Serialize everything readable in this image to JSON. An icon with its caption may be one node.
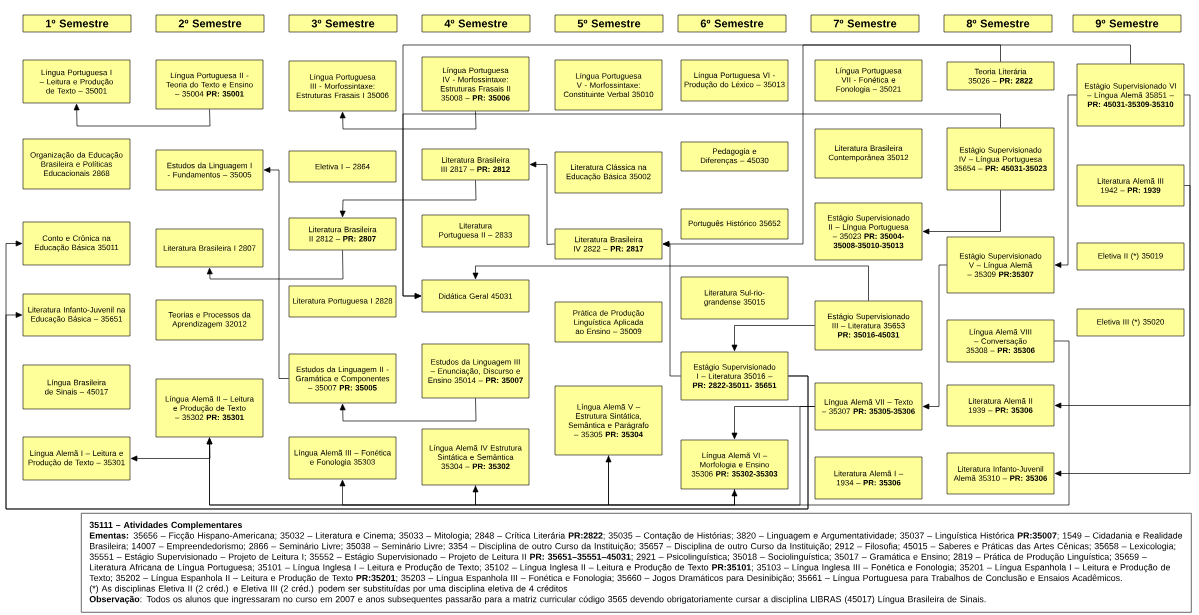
{
  "diagram": {
    "nodes": [
      {
        "text": [
          "1º Semestre"
        ]
      },
      {
        "text": [
          "2º Semestre"
        ]
      },
      {
        "text": [
          "3º Semestre"
        ]
      },
      {
        "text": [
          "4º Semestre"
        ]
      },
      {
        "text": [
          "5º Semestre"
        ]
      },
      {
        "text": [
          "6º Semestre"
        ]
      },
      {
        "text": [
          "7º Semestre"
        ]
      },
      {
        "text": [
          "8º Semestre"
        ]
      },
      {
        "text": [
          "9º Semestre"
        ]
      },
      {
        "text": [
          "Língua Portuguesa I – Leitura e Produção de Texto – 35001"
        ]
      },
      {
        "text": [
          "Organização da Educação Brasileira e Políticas Educacionais 2868"
        ]
      },
      {
        "text": [
          "Conto e Crônica na Educação Básica 35011"
        ]
      },
      {
        "text": [
          "Literatura Infanto-Juvenil na Educação Básica – 35651"
        ]
      },
      {
        "text": [
          "Língua Brasileira de Sinais – 45017"
        ]
      },
      {
        "text": [
          "Língua Alemã I – Leitura e Produção de Texto – 35301"
        ]
      },
      {
        "text": [
          "Língua Portuguesa II - Teoria do Texto e Ensino – 35004 **PR: 35001**"
        ]
      },
      {
        "text": [
          "Estudos da Linguagem I - Fundamentos – 35005"
        ]
      },
      {
        "text": [
          "Literatura Brasileira I 2807"
        ]
      },
      {
        "text": [
          "Teorias e Processos da Aprendizagem 32012"
        ]
      },
      {
        "text": [
          "Língua Alemã II – Leitura e Produção de Texto – 35302 **PR: 35301**"
        ]
      },
      {
        "text": [
          "Língua Portuguesa III - Morfossintaxe: Estruturas Frasais I 35006"
        ]
      },
      {
        "text": [
          "Eletiva I – 2864"
        ]
      },
      {
        "text": [
          "Literatura Brasileira II 2812 – **PR: 2807**"
        ]
      },
      {
        "text": [
          "Literatura Portuguesa I 2828"
        ]
      },
      {
        "text": [
          "Estudos da Linguagem II - Gramática e Componentes – 35007 **PR: 35005**"
        ]
      },
      {
        "text": [
          "Língua Alemã III – Fonética e Fonologia 35303"
        ]
      },
      {
        "text": [
          "Língua Portuguesa IV - Morfossintaxe: Estruturas Frasais II 35008 – **PR: 35006**"
        ]
      },
      {
        "text": [
          "Literatura Brasileira III 2817 – **PR: 2812**"
        ]
      },
      {
        "text": [
          "Literatura Portuguesa II – 2833"
        ]
      },
      {
        "text": [
          "Didática Geral 45031"
        ]
      },
      {
        "text": [
          "Estudos da Linguagem III – Enunciação, Discurso e Ensino 35014 – **PR: 35007**"
        ]
      },
      {
        "text": [
          "Língua Alemã IV Estrutura Sintática e Semântica 35304 – **PR: 35302**"
        ]
      },
      {
        "text": [
          "Língua Portuguesa V - Morfossintaxe: Constituinte Verbal 35010"
        ]
      },
      {
        "text": [
          "Literatura Clássica na Educação Básica 35002"
        ]
      },
      {
        "text": [
          "Literatura Brasileira IV 2822 – **PR: 2817**"
        ]
      },
      {
        "text": [
          "Prática de Produção Linguística Aplicada ao Ensino – 35009"
        ]
      },
      {
        "text": [
          "Língua Alemã V – Estrutura Sintática, Semântica e Parágrafo – 35305 **PR: 35304**"
        ]
      },
      {
        "text": [
          "Língua Portuguesa VI - Produção do Léxico – 35013"
        ]
      },
      {
        "text": [
          "Pedagogia e Diferenças – 45030"
        ]
      },
      {
        "text": [
          "Português Histórico 35652"
        ]
      },
      {
        "text": [
          "Literatura Sul-rio-grandense 35015"
        ]
      },
      {
        "text": [
          "Estágio Supervisionado I – Literatura 35016 – **PR: 2822-35011- 35651**"
        ]
      },
      {
        "text": [
          "Língua Alemã VI – Morfologia e Ensino 35306 **PR: 35302-35303**"
        ]
      },
      {
        "text": [
          "Língua Portuguesa VII - Fonética e Fonologia – 35021"
        ]
      },
      {
        "text": [
          "Literatura Brasileira Contemporânea 35012"
        ]
      },
      {
        "text": [
          "Estágio Supervisionado II – Língua Portuguesa – 35023 **PR: 35004-35008-35010-35013**"
        ]
      },
      {
        "text": [
          "Estágio Supervisionado III – Literatura 35653 **PR: 35016-45031**"
        ]
      },
      {
        "text": [
          "Língua Alemã VII – Texto – 35307 **PR: 35305-35306**"
        ]
      },
      {
        "text": [
          "Literatura Alemã I – 1934 – **PR: 35306**"
        ]
      },
      {
        "text": [
          "Teoria Literária 35026 – **PR: 2822**"
        ]
      },
      {
        "text": [
          "Estágio Supervisionado IV – Língua Portuguesa 35654 – **PR: 45031-35023**"
        ]
      },
      {
        "text": [
          "Estágio Supervisionado V – Língua Alemã – 35309 **PR:35307**"
        ]
      },
      {
        "text": [
          "Língua Alemã VIII – Conversação 35308 – **PR: 35306**"
        ]
      },
      {
        "text": [
          "Literatura Alemã II 1939 – **PR: 35306**"
        ]
      },
      {
        "text": [
          "Literatura Infanto-Juvenil Alemã 35310 – **PR: 35306**"
        ]
      },
      {
        "text": [
          "Estágio Supervisionado VI – Língua Alemã 35851 – **PR: 45031-35309-35310**"
        ]
      },
      {
        "text": [
          "Literatura Alemã III 1942 – **PR: 1939**"
        ]
      },
      {
        "text": [
          "Eletiva II (*) 35019"
        ]
      },
      {
        "text": [
          "Eletiva III (*) 35020"
        ]
      },
      {
        "text": [
          "35111 – Atividades Complementares",
          "**Ementas:** 35656 – Ficção Hispano-Americana; 35032 – Literatura e Cinema; 35033 – Mitologia; 2848 – Crítica Literária **PR:2822**; 35035 – Contação de Histórias; 3820 – Linguagem e Argumentatividade; 35037 – Linguística Histórica **PR:35007**; 1549 – Cidadania e Realidade Brasileira; 14007 – Empreendedorismo; 2866 – Seminário Livre; 35038 – Seminário Livre; 3354 – Disciplina de outro Curso da Instituição; 35657 – Disciplina de outro Curso da Instituição; 2912 – Filosofia; 45015 – Saberes e Práticas das Artes Cênicas; 35658 – Lexicologia; 35551 – Estágio Supervisionado – Projeto de Leitura I; 35552 – Estágio Supervisionado – Projeto de Leitura II **PR: 35651–35551–45031**; 2921 – Psicolinguística; 35018 – Sociolinguística; 35017 – Gramática e Ensino; 2819 – Prática de Produção Linguística; 35659 – Literatura Africana de Língua Portuguesa; 35101 – Língua Inglesa I – Leitura e Produção de Texto; 35102 – Língua Inglesa II – Leitura e Produção de Texto **PR:35101**; 35103 – Língua Inglesa III – Fonética e Fonologia; 35201 – Língua Espanhola I – Leitura e Produção de Texto; 35202 – Língua Espanhola II – Leitura e Produção de Texto **PR:35201**; 35203 – Língua Espanhola III – Fonética e Fonologia; 35660 – Jogos Dramáticos para Desinibição; 35661 – Língua Portuguesa para Trabalhos de Conclusão e Ensaios Acadêmicos.",
          "(*) As disciplinas Eletiva II (2 créd.) e Eletiva III (2 créd.) podem ser substituídas por uma disciplina eletiva de 4 créditos",
          "**Observação**: Todos os alunos que ingressaram no curso em 2007 e anos subsequentes passarão para a matriz curricular código 3565 devendo obrigatoriamente cursar a disciplina LIBRAS (45017) Língua Brasileira de Sinais."
        ]
      }
    ],
    "edges": [
      {
        "from": 15,
        "to": 9,
        "arrow": "to"
      },
      {
        "from": 26,
        "to": 20,
        "arrow": "to"
      },
      {
        "from": 27,
        "to": 22,
        "arrow": "to"
      },
      {
        "from": 22,
        "to": 17,
        "arrow": "to"
      },
      {
        "from": 34,
        "to": 27,
        "arrow": "to"
      },
      {
        "from": 24,
        "to": 16,
        "arrow": "to"
      },
      {
        "from": 30,
        "to": 24,
        "arrow": "to"
      },
      {
        "from": 19,
        "to": 14,
        "arrow": "to"
      },
      {
        "from": 55,
        "to": 29,
        "arrow": "to"
      },
      {
        "from": 50,
        "to": 29,
        "arrow": "to"
      },
      {
        "from": 49,
        "to": 34,
        "arrow": "to"
      },
      {
        "from": 41,
        "to": 34,
        "arrow": "to"
      },
      {
        "from": 50,
        "to": 45,
        "arrow": "to"
      },
      {
        "from": 46,
        "to": 29,
        "arrow": "to"
      },
      {
        "from": 46,
        "to": 41,
        "arrow": "to"
      },
      {
        "from": 47,
        "to": 42,
        "arrow": "to"
      },
      {
        "from": 51,
        "to": 47,
        "arrow": "to"
      },
      {
        "from": 55,
        "to": 51,
        "arrow": "to"
      },
      {
        "from": 55,
        "to": 54,
        "arrow": "to"
      },
      {
        "from": 56,
        "to": 53,
        "arrow": "to"
      },
      {
        "from": 41,
        "to": 11,
        "arrow": "to"
      },
      {
        "from": 41,
        "to": 12,
        "arrow": "to"
      },
      {
        "from": 42,
        "to": 19,
        "arrow": "to"
      },
      {
        "from": 42,
        "to": 25,
        "arrow": "to"
      },
      {
        "from": 36,
        "to": 31,
        "arrow": "to"
      },
      {
        "from": 47,
        "to": 36,
        "arrow": "to"
      },
      {
        "from": 52,
        "to": 42,
        "arrow": "to"
      },
      {
        "from": 31,
        "to": 19,
        "arrow": "to"
      }
    ]
  }
}
